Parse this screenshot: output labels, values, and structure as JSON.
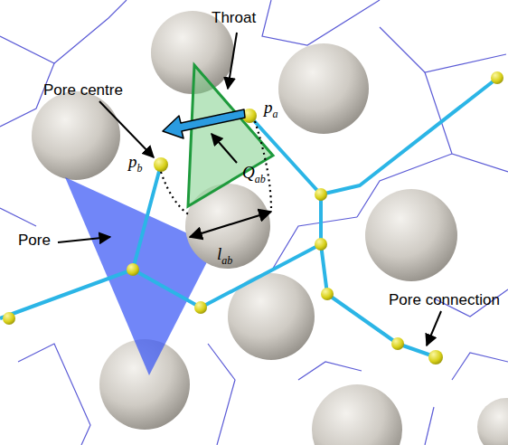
{
  "diagram": {
    "labels": [
      "Throat",
      "Pore centre",
      "pa",
      "pb",
      "Qab",
      "lab",
      "Pore",
      "Pore connection"
    ]
  }
}
